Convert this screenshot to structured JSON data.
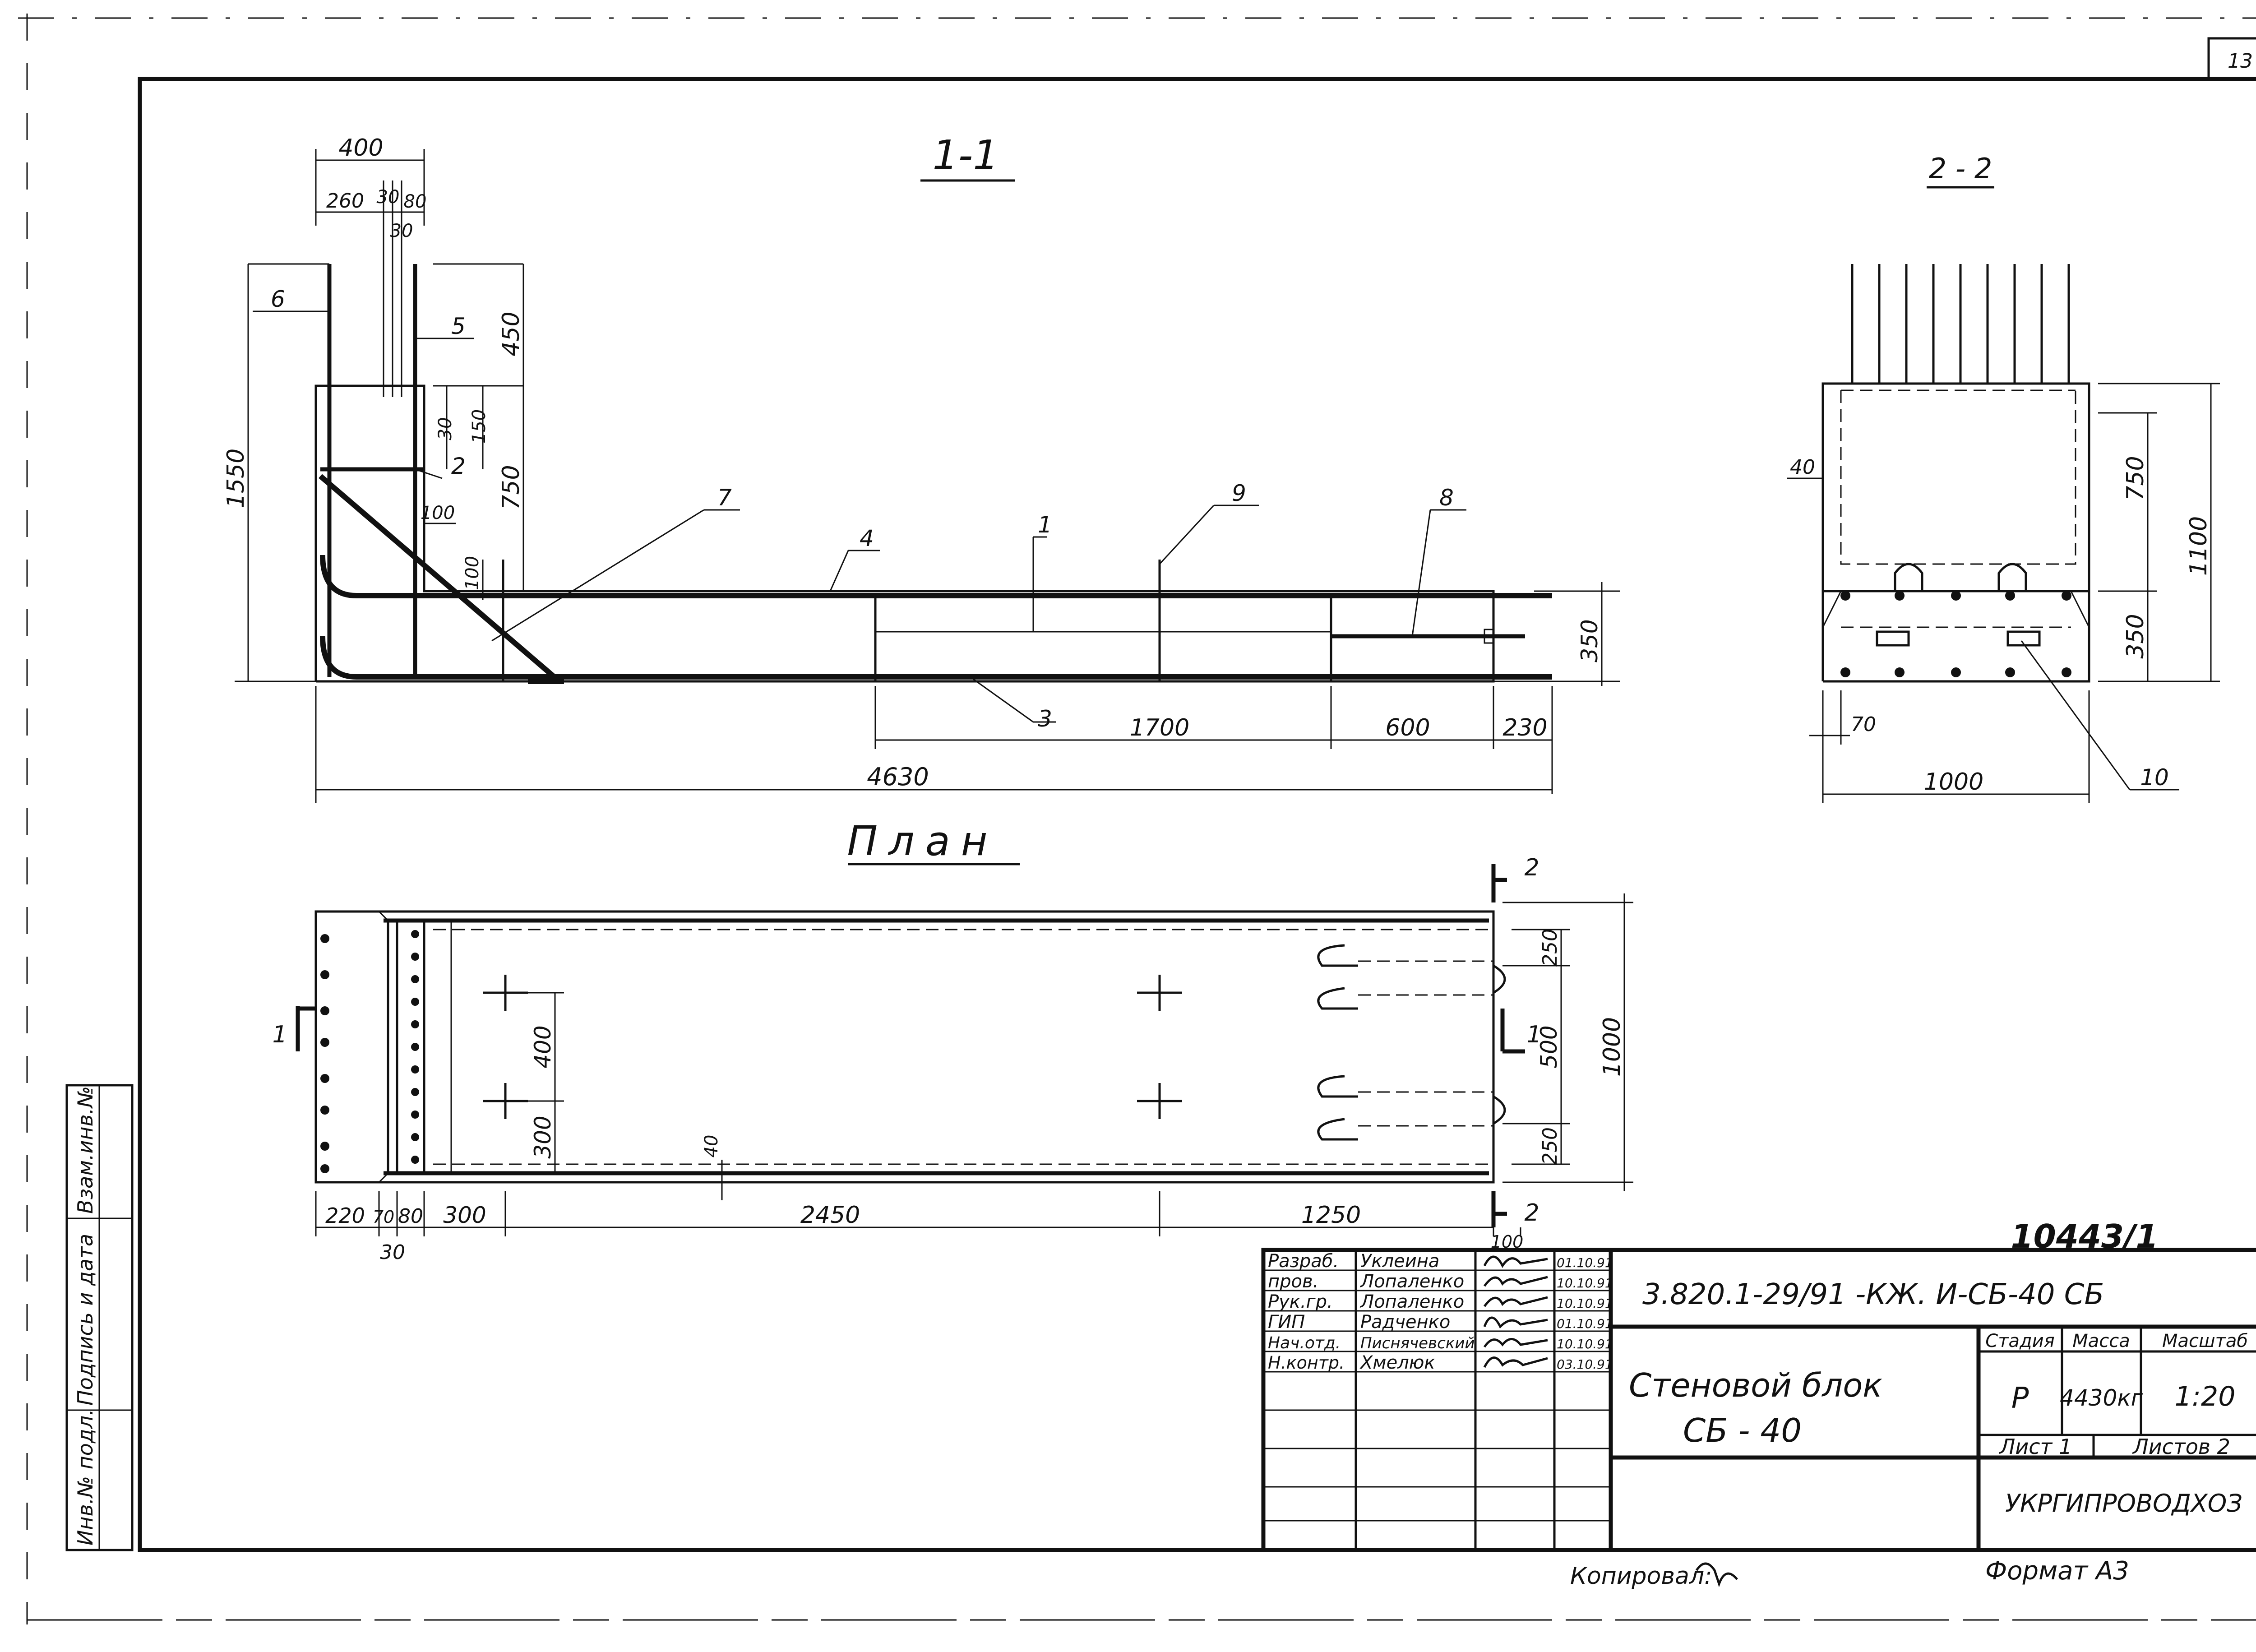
{
  "sheet": {
    "page_number": "13",
    "doc_number": "10443/1"
  },
  "section_1": {
    "title": "1-1",
    "dims": {
      "d400": "400",
      "d260": "260",
      "d30a": "30",
      "d80": "80",
      "d30b": "30",
      "d450": "450",
      "d30c": "30",
      "d150": "150",
      "d750": "750",
      "d1550": "1550",
      "d100a": "100",
      "d100b": "100",
      "d350": "350",
      "d1700": "1700",
      "d600": "600",
      "d230": "230",
      "d4630": "4630"
    },
    "positions": {
      "p1": "1",
      "p2": "2",
      "p3": "3",
      "p4": "4",
      "p5": "5",
      "p6": "6",
      "p7": "7",
      "p8": "8",
      "p9": "9"
    }
  },
  "section_2": {
    "title": "2 - 2",
    "dims": {
      "d40": "40",
      "d750": "750",
      "d1100": "1100",
      "d350": "350",
      "d70": "70",
      "d1000": "1000"
    },
    "positions": {
      "p10": "10"
    }
  },
  "plan": {
    "title": "План",
    "section_marks": {
      "m1_left": "1",
      "m1_right": "1",
      "m2_top": "2",
      "m2_bottom": "2"
    },
    "dims": {
      "d400": "400",
      "d300": "300",
      "d40": "40",
      "d250a": "250",
      "d500": "500",
      "d250b": "250",
      "d1000": "1000",
      "d220": "220",
      "d70": "70",
      "d80": "80",
      "d300b": "300",
      "d2450": "2450",
      "d1250": "1250",
      "d100": "100",
      "d30": "30"
    }
  },
  "stamp": {
    "rows": [
      {
        "role": "Разраб.",
        "name": "Уклеина",
        "date": "01.10.91"
      },
      {
        "role": "пров.",
        "name": "Лопаленко",
        "date": "10.10.91"
      },
      {
        "role": "Рук.гр.",
        "name": "Лопаленко",
        "date": "10.10.91"
      },
      {
        "role": "ГИП",
        "name": "Радченко",
        "date": "01.10.91"
      },
      {
        "role": "Нач.отд.",
        "name": "Писнячевский",
        "date": "10.10.91"
      },
      {
        "role": "Н.контр.",
        "name": "Хмелюк",
        "date": "03.10.91"
      }
    ],
    "code": "3.820.1-29/91 -КЖ. И-СБ-40 СБ",
    "title_line1": "Стеновой блок",
    "title_line2": "СБ - 40",
    "stage_label": "Стадия",
    "mass_label": "Масса",
    "scale_label": "Масштаб",
    "stage": "Р",
    "mass": "4430кг",
    "scale": "1:20",
    "sheet_label": "Лист 1",
    "sheets_label": "Листов 2",
    "org": "УКРГИПРОВОДХОЗ"
  },
  "left_strip": {
    "inv_label": "Взам.инв.№",
    "sign_label": "Подпись и дата",
    "orig_label": "Инв.№ подл."
  },
  "footer": {
    "copied": "Копировал:",
    "format": "Формат А3"
  }
}
